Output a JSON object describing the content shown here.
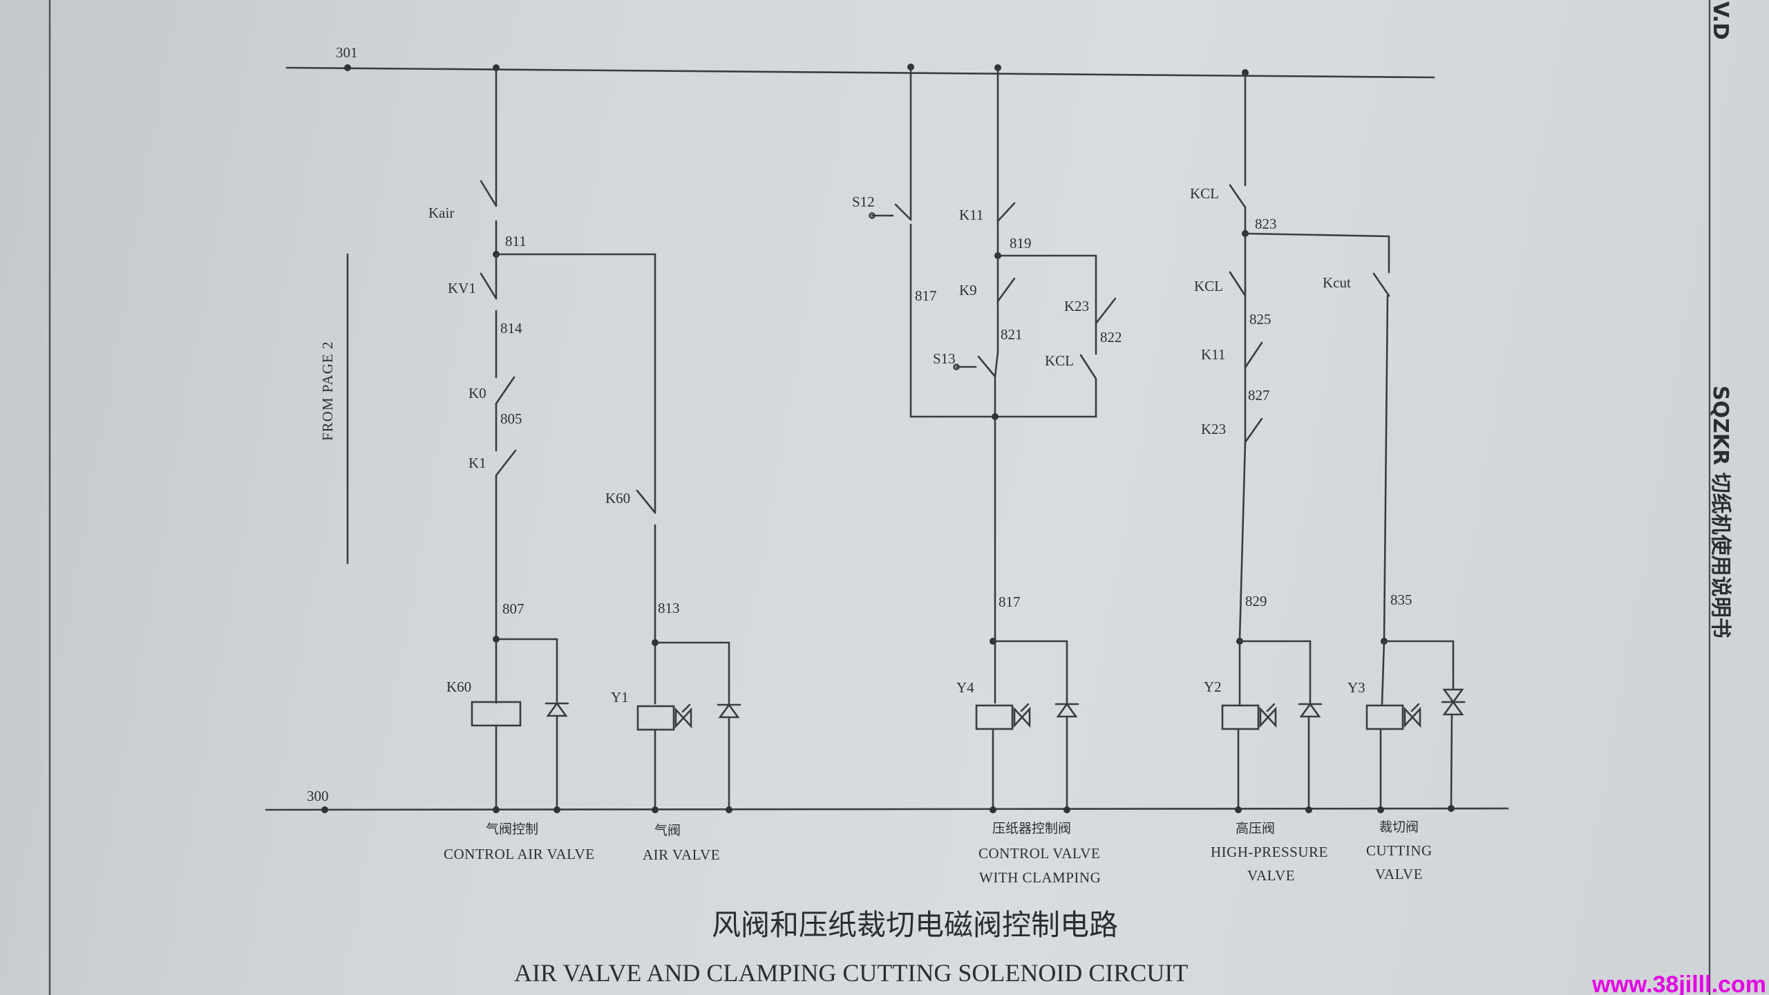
{
  "labels": {
    "n301": "301",
    "n300": "300",
    "kair": "Kair",
    "n811": "811",
    "kv1": "KV1",
    "n814": "814",
    "k0": "K0",
    "n805": "805",
    "k1": "K1",
    "n807": "807",
    "k60_coil": "K60",
    "k60_contact": "K60",
    "n813": "813",
    "y1": "Y1",
    "s12": "S12",
    "k11_a": "K11",
    "n819": "819",
    "k9": "K9",
    "n817_a": "817",
    "k23_a": "K23",
    "n822": "822",
    "n821": "821",
    "s13": "S13",
    "kcl_a": "KCL",
    "n817_b": "817",
    "y4": "Y4",
    "kcl_b": "KCL",
    "n823": "823",
    "kcl_c": "KCL",
    "kcut": "Kcut",
    "n825": "825",
    "k11_b": "K11",
    "n827": "827",
    "k23_b": "K23",
    "n829": "829",
    "n835": "835",
    "y2": "Y2",
    "y3": "Y3"
  },
  "side": {
    "from_page": "FROM  PAGE 2"
  },
  "captions": [
    {
      "cn": "气阀控制",
      "en": "CONTROL AIR VALVE"
    },
    {
      "cn": "气阀",
      "en": "AIR VALVE"
    },
    {
      "cn": "压纸器控制阀",
      "en1": "CONTROL VALVE",
      "en2": "WITH CLAMPING"
    },
    {
      "cn": "高压阀",
      "en1": "HIGH-PRESSURE",
      "en2": "VALVE"
    },
    {
      "cn": "裁切阀",
      "en1": "CUTTING",
      "en2": "VALVE"
    }
  ],
  "title": {
    "cn": "风阀和压纸裁切电磁阀控制电路",
    "en": "AIR VALVE AND CLAMPING CUTTING SOLENOID CIRCUIT"
  },
  "manual": {
    "title": "SQZKR 切纸机使用说明书",
    "corner": "V.D"
  },
  "watermark": "www.38jilll.com",
  "colors": {
    "paper": "#cfd3d6",
    "ink": "#3a3d40",
    "watermark": "#e400e4"
  }
}
